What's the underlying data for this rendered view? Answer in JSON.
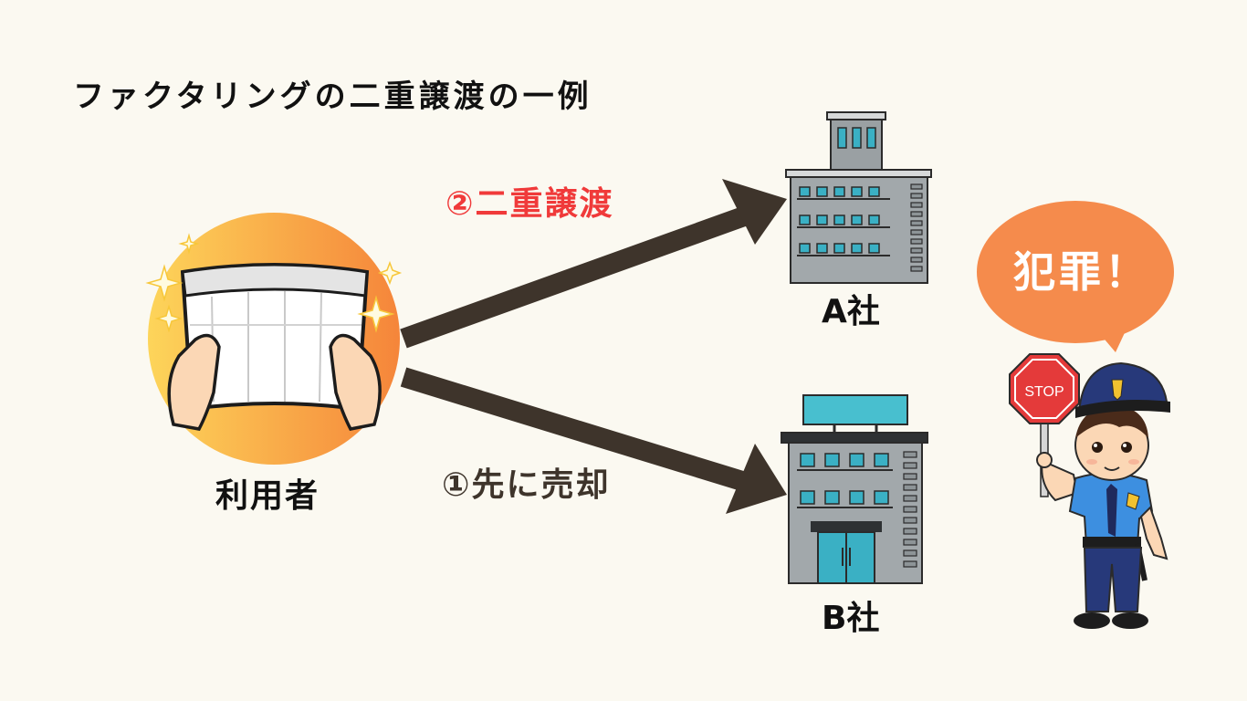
{
  "title": "ファクタリングの二重譲渡の一例",
  "arrows": {
    "double_transfer_label": "②二重譲渡",
    "first_sale_label": "①先に売却"
  },
  "nodes": {
    "user": "利用者",
    "company_a": "A社",
    "company_b": "B社"
  },
  "police": {
    "speech": "犯罪！",
    "sign_text": "STOP"
  },
  "colors": {
    "background": "#fbf9f1",
    "arrow": "#3e342b",
    "highlight_red": "#f03a3a",
    "bubble_orange": "#f58b4c",
    "user_circle_from": "#fdd55a",
    "user_circle_to": "#f5853a"
  },
  "icons": [
    "sparkle-icon",
    "document-icon",
    "building-icon",
    "police-officer-icon",
    "stop-sign-icon"
  ]
}
